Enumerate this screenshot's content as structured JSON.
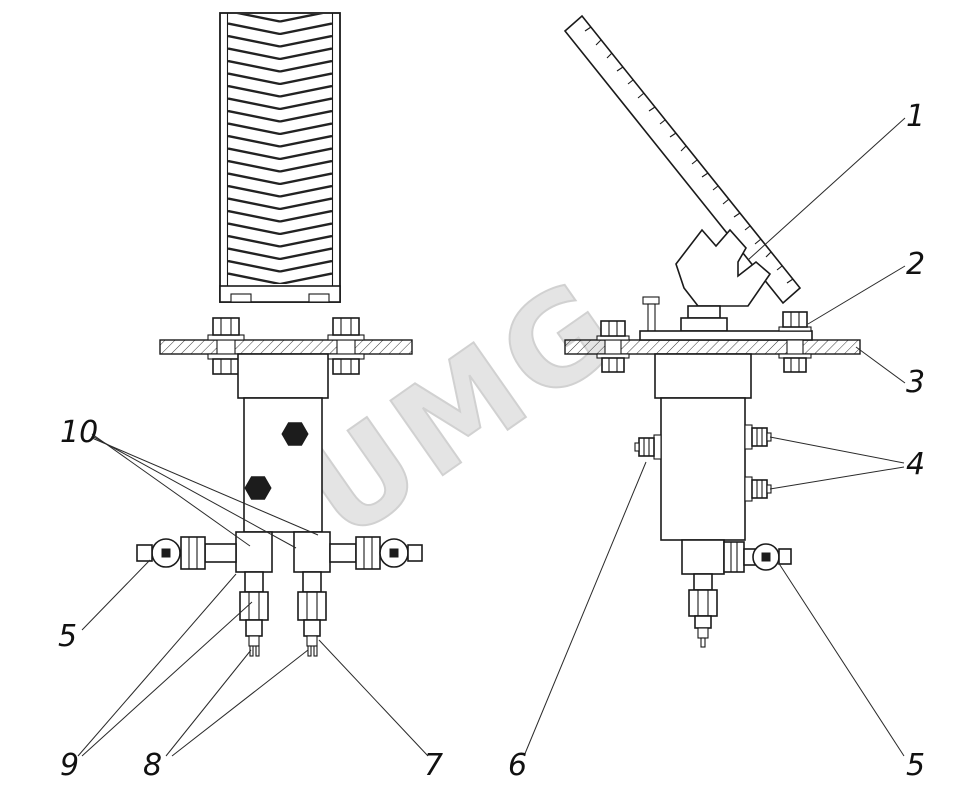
{
  "drawing": {
    "watermark": "UMG",
    "colors": {
      "line": "#1a1a1a",
      "watermark": "#dedede",
      "plug_fill": "#1c1c1c"
    },
    "callouts": {
      "n1": "1",
      "n2": "2",
      "n3": "3",
      "n4": "4",
      "n5_left": "5",
      "n5_right": "5",
      "n6": "6",
      "n7": "7",
      "n8": "8",
      "n9": "9",
      "n10": "10"
    }
  }
}
